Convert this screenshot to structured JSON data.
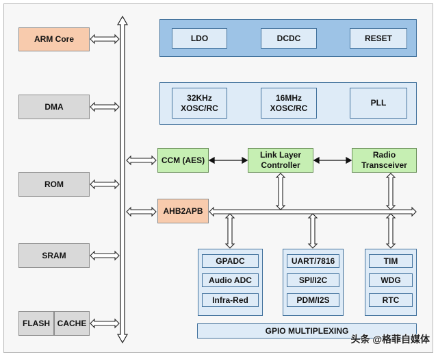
{
  "left_blocks": {
    "arm_core": "ARM Core",
    "dma": "DMA",
    "rom": "ROM",
    "sram": "SRAM",
    "flash": "FLASH",
    "cache": "CACHE"
  },
  "power": {
    "ldo": "LDO",
    "dcdc": "DCDC",
    "reset": "RESET"
  },
  "clock": {
    "xosc32": "32KHz\nXOSC/RC",
    "xosc16": "16MHz\nXOSC/RC",
    "pll": "PLL"
  },
  "middle": {
    "ccm": "CCM (AES)",
    "link_layer": "Link Layer\nController",
    "radio": "Radio\nTransceiver",
    "ahb2apb": "AHB2APB"
  },
  "peripherals": {
    "group1": [
      "GPADC",
      "Audio ADC",
      "Infra-Red"
    ],
    "group2": [
      "UART/7816",
      "SPI/I2C",
      "PDM/I2S"
    ],
    "group3": [
      "TIM",
      "WDG",
      "RTC"
    ]
  },
  "gpio": "GPIO MULTIPLEXING",
  "watermark": "头条 @格菲自媒体"
}
